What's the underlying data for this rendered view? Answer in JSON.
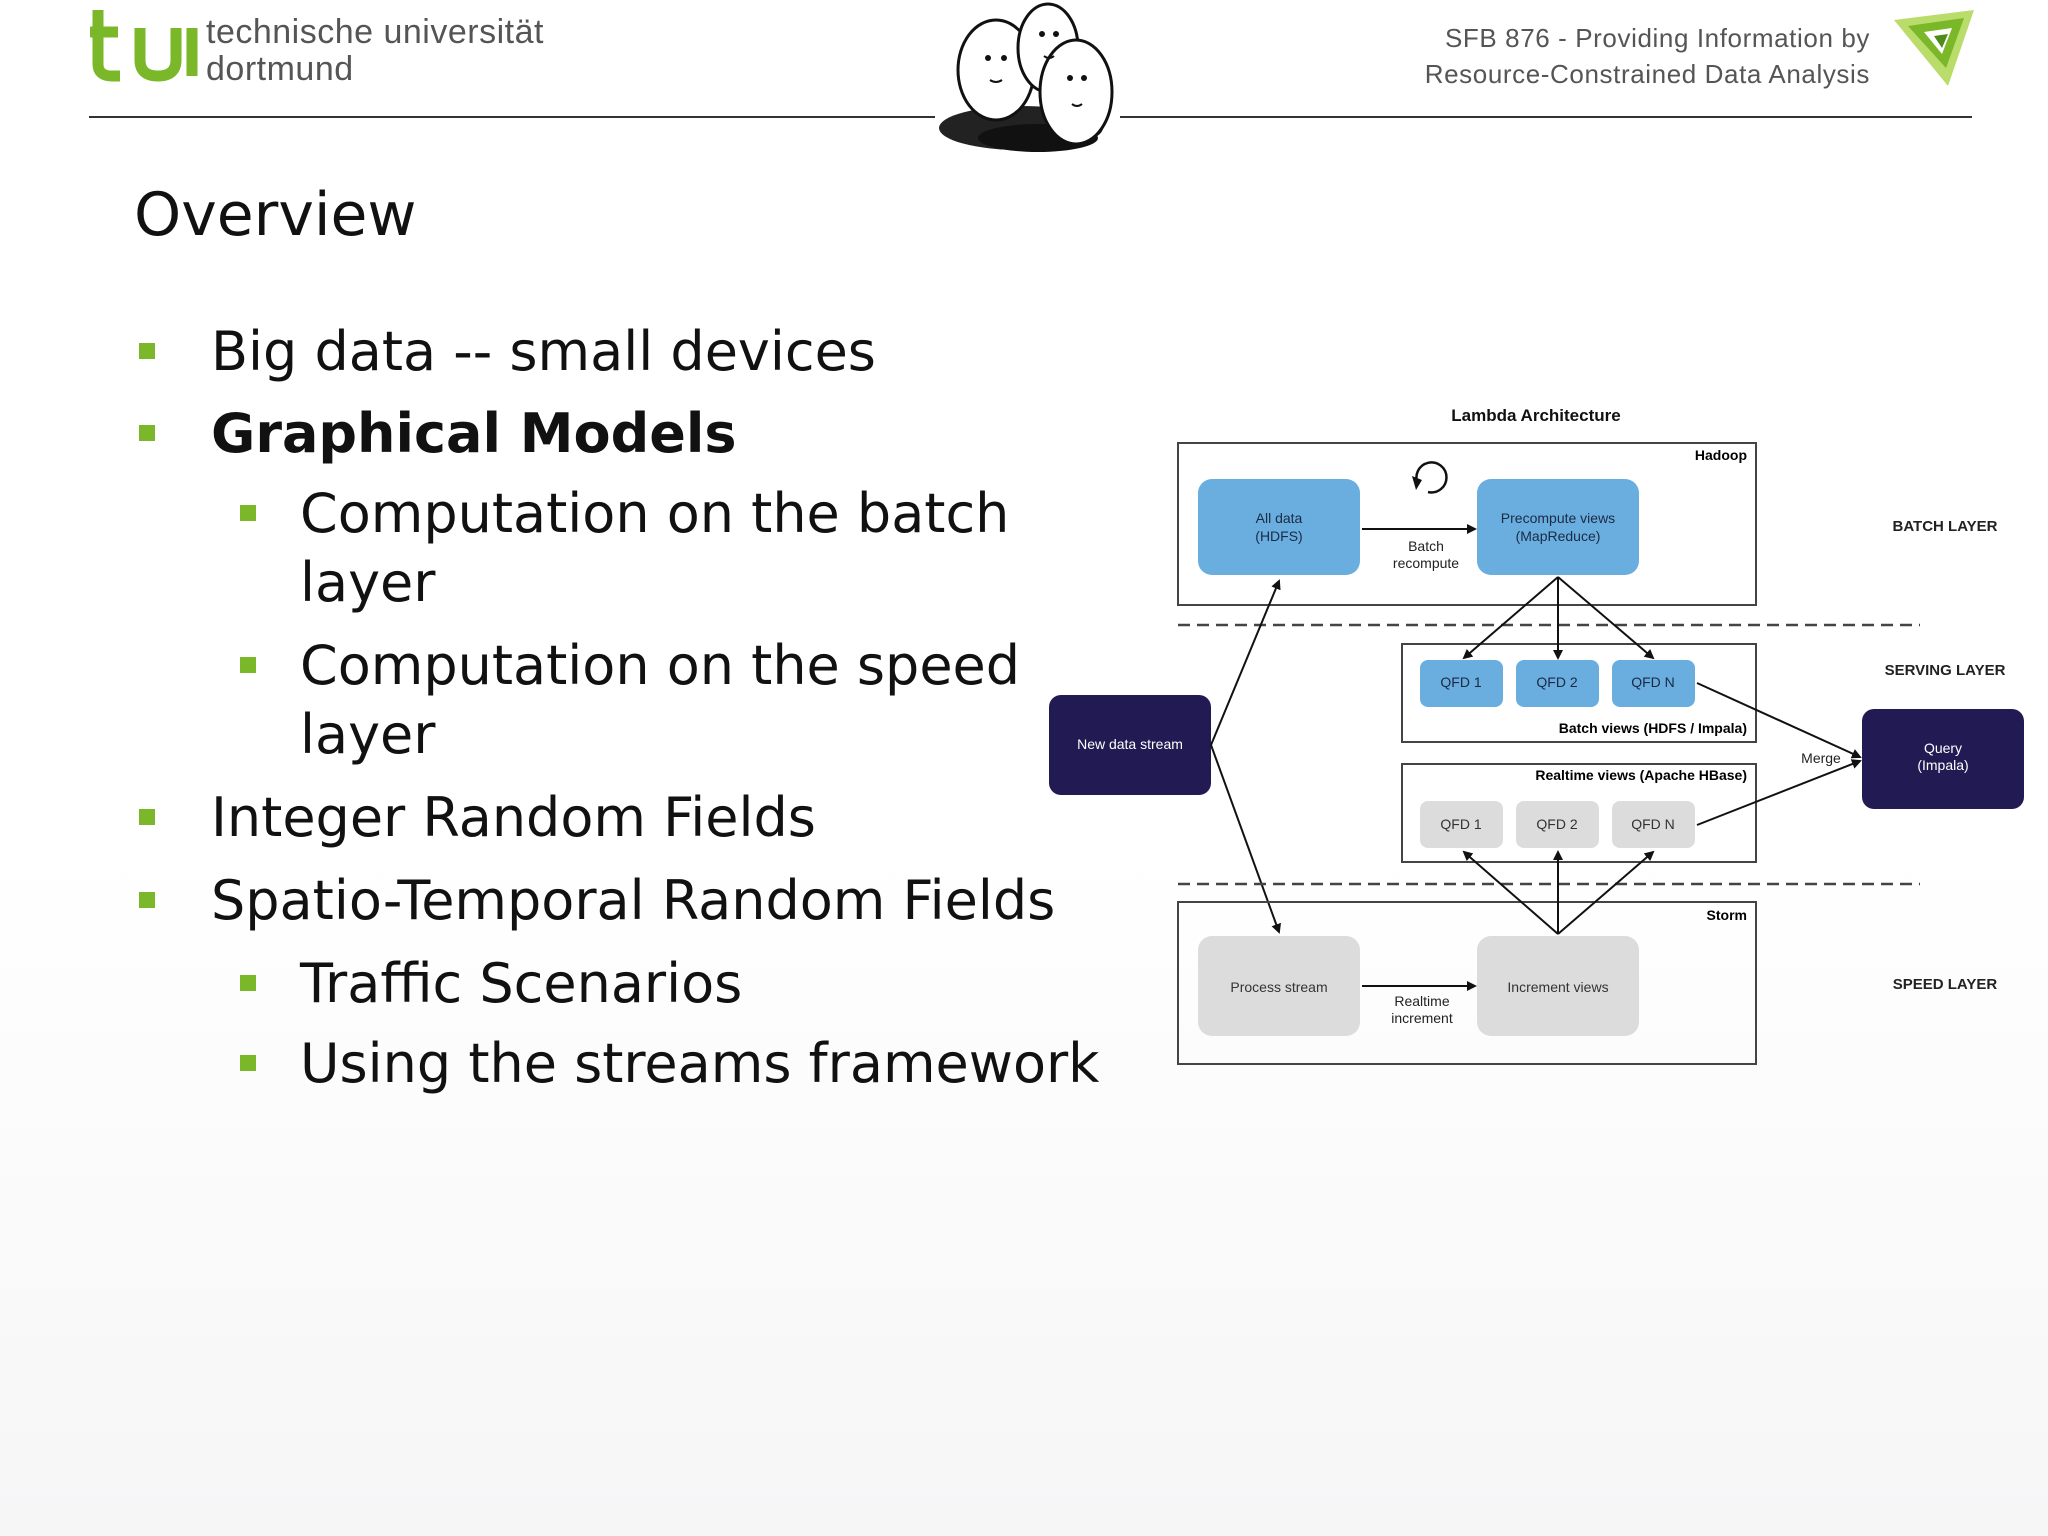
{
  "header": {
    "university_line1": "technische universität",
    "university_line2": "dortmund",
    "sfb_line1": "SFB 876  -  Providing Information by",
    "sfb_line2": "Resource-Constrained Data Analysis",
    "brand_green": "#7ab829"
  },
  "slide": {
    "title": "Overview",
    "bullets": [
      {
        "text": "Big data -- small devices",
        "level": 1
      },
      {
        "text": "Graphical Models",
        "level": 1,
        "bold": true
      },
      {
        "text_lines": [
          "Computation on the batch",
          "layer"
        ],
        "level": 2
      },
      {
        "text_lines": [
          "Computation on the speed",
          "layer"
        ],
        "level": 2
      },
      {
        "text": "Integer Random Fields",
        "level": 1
      },
      {
        "text": "Spatio-Temporal Random Fields",
        "level": 1
      },
      {
        "text": "Traffic Scenarios",
        "level": 2
      },
      {
        "text": "Using the streams framework",
        "level": 2
      }
    ]
  },
  "diagram": {
    "title": "Lambda Architecture",
    "hadoop_label": "Hadoop",
    "storm_label": "Storm",
    "batch_layer": "BATCH LAYER",
    "serving_layer": "SERVING LAYER",
    "speed_layer": "SPEED LAYER",
    "all_data": [
      "All data",
      "(HDFS)"
    ],
    "precompute": [
      "Precompute views",
      "(MapReduce)"
    ],
    "batch_recompute": [
      "Batch",
      "recompute"
    ],
    "qfd_labels": [
      "QFD 1",
      "QFD 2",
      "QFD N"
    ],
    "batch_views": "Batch views (HDFS / Impala)",
    "realtime_views": "Realtime views (Apache HBase)",
    "new_data_stream": "New data stream",
    "query": [
      "Query",
      "(Impala)"
    ],
    "merge": "Merge",
    "process_stream": "Process stream",
    "increment_views": "Increment views",
    "realtime_increment": [
      "Realtime",
      "increment"
    ],
    "colors": {
      "blue": "#6aaee0",
      "navy": "#221a52",
      "grey_box": "#dcdcdc"
    }
  }
}
